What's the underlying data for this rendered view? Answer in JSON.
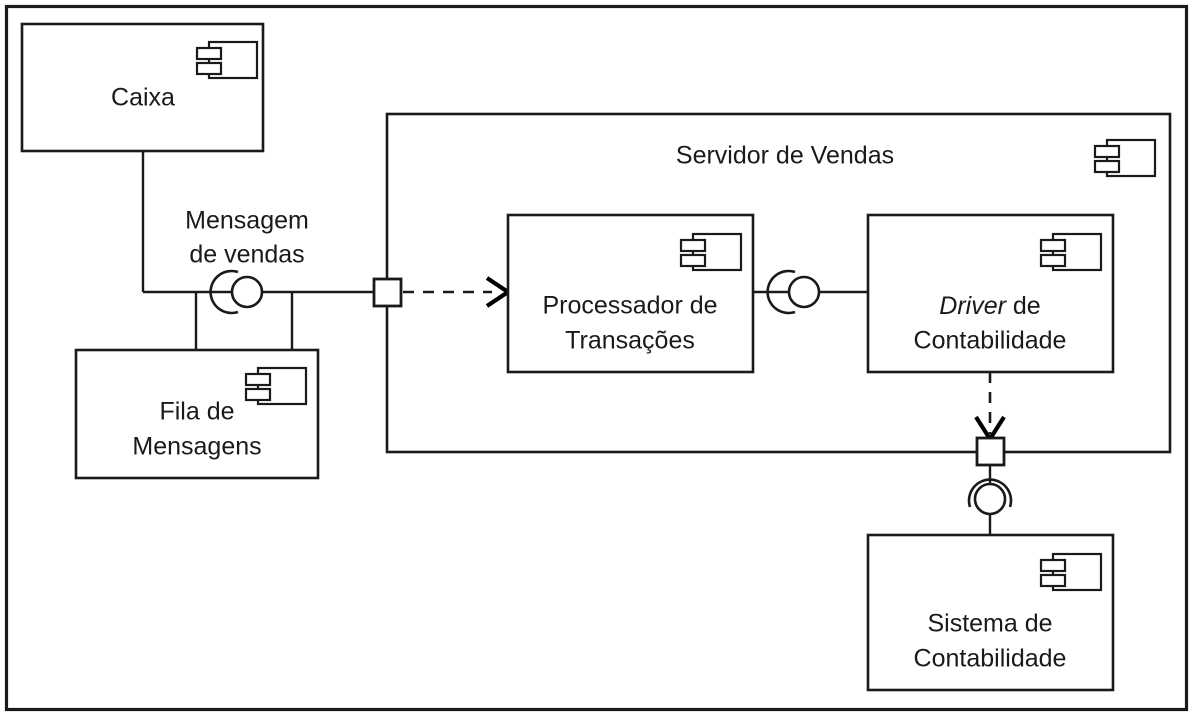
{
  "diagram": {
    "kind": "uml-component-diagram",
    "language": "pt-BR",
    "background_color": "#ffffff",
    "line_color": "#1a1a1a",
    "frame": {
      "name": "diagram-frame"
    }
  },
  "container": {
    "label": "Servidor de Vendas",
    "icon": "component-icon"
  },
  "components": {
    "caixa": {
      "label": "Caixa",
      "icon": "component-icon"
    },
    "fila": {
      "label_line1": "Fila de",
      "label_line2": "Mensagens",
      "icon": "component-icon"
    },
    "processador": {
      "label_line1": "Processador de",
      "label_line2": "Transações",
      "icon": "component-icon"
    },
    "driver": {
      "label_line1_italic": "Driver",
      "label_line1_rest": " de",
      "label_line2": "Contabilidade",
      "icon": "component-icon"
    },
    "sistema": {
      "label_line1": "Sistema de",
      "label_line2": "Contabilidade",
      "icon": "component-icon"
    }
  },
  "interfaces": {
    "mensagem_vendas": {
      "label_line1": "Mensagem",
      "label_line2": "de vendas",
      "notation": "ball-and-socket"
    },
    "processador_driver": {
      "notation": "ball-and-socket"
    },
    "contabilidade": {
      "notation": "ball-and-socket"
    }
  },
  "ports": {
    "entrada_vendas": {
      "icon": "port-square"
    },
    "saida_contabilidade": {
      "icon": "port-square"
    }
  },
  "dependencies": {
    "vendas_para_processador": {
      "icon": "dependency-arrow",
      "style": "dashed"
    },
    "driver_para_porta": {
      "icon": "dependency-arrow",
      "style": "dashed"
    }
  }
}
